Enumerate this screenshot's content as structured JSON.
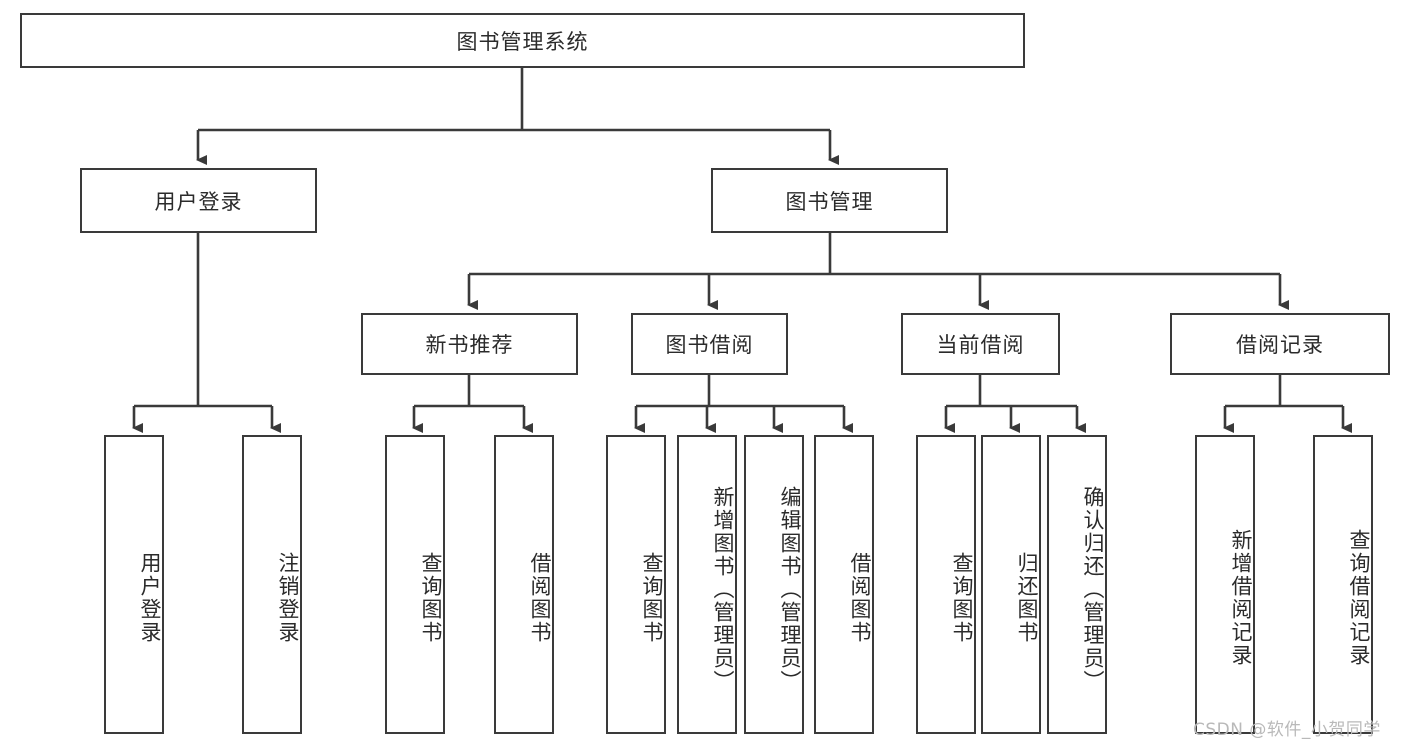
{
  "diagram": {
    "type": "tree-hierarchy",
    "title": "图书管理系统",
    "watermark": "CSDN @软件_小贺同学",
    "colors": {
      "box_border": "#3a3a3a",
      "box_fill": "#ffffff",
      "connector": "#3a3a3a",
      "text": "#2b2b2b",
      "watermark": "#b9b9b9"
    },
    "levels": [
      {
        "level": 1,
        "nodes": [
          "root"
        ]
      },
      {
        "level": 2,
        "nodes": [
          "user-login",
          "book-management"
        ]
      },
      {
        "level": 3,
        "nodes": [
          "new-book-recommend",
          "book-borrow",
          "current-borrow",
          "borrow-record"
        ]
      },
      {
        "level": 4,
        "nodes": [
          "leaf-user-login",
          "leaf-logout-login",
          "leaf-query-book-1",
          "leaf-borrow-book-1",
          "leaf-query-book-2",
          "leaf-add-book",
          "leaf-edit-book",
          "leaf-borrow-book-2",
          "leaf-query-book-3",
          "leaf-return-book",
          "leaf-confirm-return",
          "leaf-add-borrow-record",
          "leaf-query-borrow-record"
        ]
      }
    ],
    "nodes": {
      "root": {
        "label": "图书管理系统",
        "orientation": "horizontal"
      },
      "user-login": {
        "label": "用户登录",
        "orientation": "horizontal"
      },
      "book-management": {
        "label": "图书管理",
        "orientation": "horizontal"
      },
      "new-book-recommend": {
        "label": "新书推荐",
        "orientation": "horizontal"
      },
      "book-borrow": {
        "label": "图书借阅",
        "orientation": "horizontal"
      },
      "current-borrow": {
        "label": "当前借阅",
        "orientation": "horizontal"
      },
      "borrow-record": {
        "label": "借阅记录",
        "orientation": "horizontal"
      },
      "leaf-user-login": {
        "label": "用户登录",
        "orientation": "vertical"
      },
      "leaf-logout-login": {
        "label": "注销登录",
        "orientation": "vertical"
      },
      "leaf-query-book-1": {
        "label": "查询图书",
        "orientation": "vertical"
      },
      "leaf-borrow-book-1": {
        "label": "借阅图书",
        "orientation": "vertical"
      },
      "leaf-query-book-2": {
        "label": "查询图书",
        "orientation": "vertical"
      },
      "leaf-add-book": {
        "label": "新增图书（管理员）",
        "orientation": "vertical"
      },
      "leaf-edit-book": {
        "label": "编辑图书（管理员）",
        "orientation": "vertical"
      },
      "leaf-borrow-book-2": {
        "label": "借阅图书",
        "orientation": "vertical"
      },
      "leaf-query-book-3": {
        "label": "查询图书",
        "orientation": "vertical"
      },
      "leaf-return-book": {
        "label": "归还图书",
        "orientation": "vertical"
      },
      "leaf-confirm-return": {
        "label": "确认归还（管理员）",
        "orientation": "vertical"
      },
      "leaf-add-borrow-record": {
        "label": "新增借阅记录",
        "orientation": "vertical"
      },
      "leaf-query-borrow-record": {
        "label": "查询借阅记录",
        "orientation": "vertical"
      }
    },
    "edges": [
      {
        "from": "root",
        "to": "user-login"
      },
      {
        "from": "root",
        "to": "book-management"
      },
      {
        "from": "user-login",
        "to": "leaf-user-login"
      },
      {
        "from": "user-login",
        "to": "leaf-logout-login"
      },
      {
        "from": "book-management",
        "to": "new-book-recommend"
      },
      {
        "from": "book-management",
        "to": "book-borrow"
      },
      {
        "from": "book-management",
        "to": "current-borrow"
      },
      {
        "from": "book-management",
        "to": "borrow-record"
      },
      {
        "from": "new-book-recommend",
        "to": "leaf-query-book-1"
      },
      {
        "from": "new-book-recommend",
        "to": "leaf-borrow-book-1"
      },
      {
        "from": "book-borrow",
        "to": "leaf-query-book-2"
      },
      {
        "from": "book-borrow",
        "to": "leaf-add-book"
      },
      {
        "from": "book-borrow",
        "to": "leaf-edit-book"
      },
      {
        "from": "book-borrow",
        "to": "leaf-borrow-book-2"
      },
      {
        "from": "current-borrow",
        "to": "leaf-query-book-3"
      },
      {
        "from": "current-borrow",
        "to": "leaf-return-book"
      },
      {
        "from": "current-borrow",
        "to": "leaf-confirm-return"
      },
      {
        "from": "borrow-record",
        "to": "leaf-add-borrow-record"
      },
      {
        "from": "borrow-record",
        "to": "leaf-query-borrow-record"
      }
    ]
  }
}
